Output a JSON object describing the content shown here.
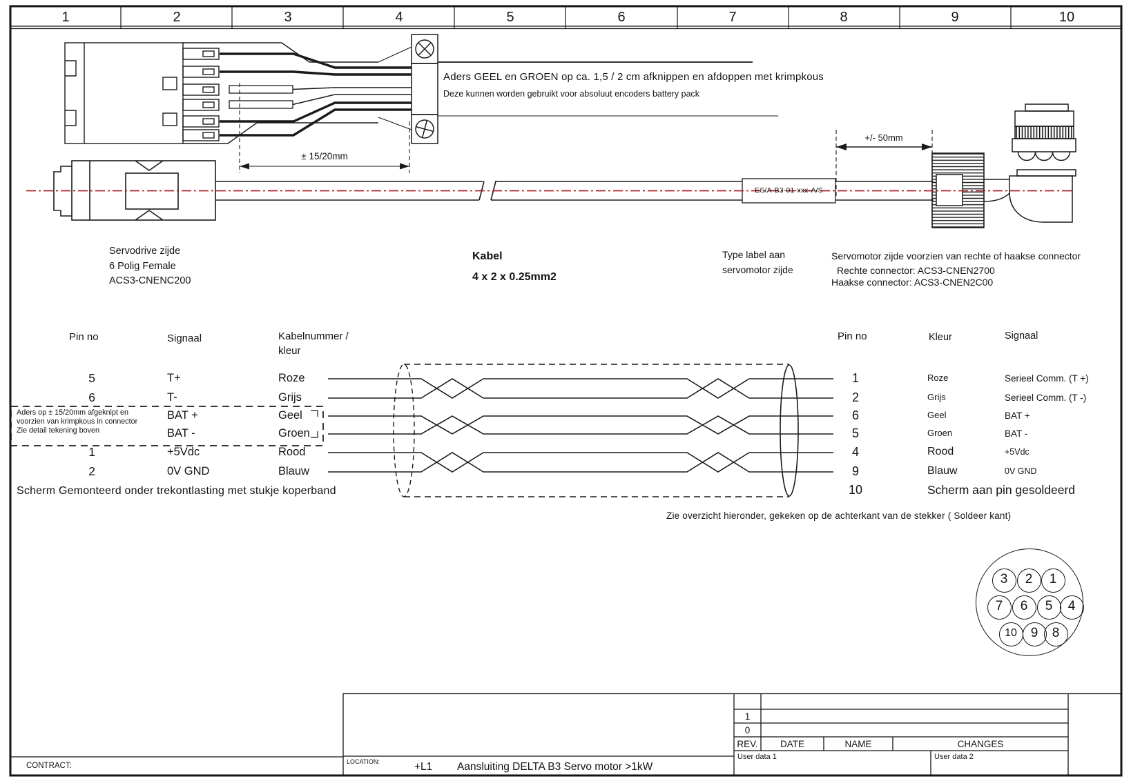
{
  "page": {
    "background": "#ffffff",
    "line_color": "#1a1a1a",
    "centerline_color": "#aa2222"
  },
  "ruler": {
    "cols": [
      "1",
      "2",
      "3",
      "4",
      "5",
      "6",
      "7",
      "8",
      "9",
      "10"
    ]
  },
  "top_detail": {
    "note1": "Aders GEEL en GROEN op ca. 1,5 / 2 cm afknippen en afdoppen met krimpkous",
    "note2": "Deze kunnen worden gebruikt voor absoluut encoders battery pack",
    "dim": "± 15/20mm"
  },
  "cable": {
    "tag": "ES/A-B3-01-xxx-A/S",
    "dim": "+/- 50mm"
  },
  "labels": {
    "servodrive": [
      "Servodrive zijde",
      "6 Polig Female",
      "ACS3-CNENC200"
    ],
    "kabel": [
      "Kabel",
      "4 x 2 x 0.25mm2"
    ],
    "type_label": [
      "Type label aan",
      "servomotor zijde"
    ],
    "servomotor": [
      "Servomotor zijde voorzien van rechte of haakse connector",
      "Rechte connector: ACS3-CNEN2700",
      "Haakse connector: ACS3-CNEN2C00"
    ]
  },
  "left_table": {
    "headers": {
      "pin": "Pin no",
      "signal": "Signaal",
      "cable1": "Kabelnummer /",
      "cable2": "kleur"
    },
    "rows": [
      {
        "pin": "5",
        "signal": "T+",
        "kleur": "Roze"
      },
      {
        "pin": "6",
        "signal": "T-",
        "kleur": "Grijs"
      },
      {
        "pin": "",
        "signal": "BAT +",
        "kleur": "Geel"
      },
      {
        "pin": "",
        "signal": "BAT -",
        "kleur": "Groen"
      },
      {
        "pin": "1",
        "signal": "+5Vdc",
        "kleur": "Rood"
      },
      {
        "pin": "2",
        "signal": "0V GND",
        "kleur": "Blauw"
      }
    ],
    "note": [
      "Aders op ± 15/20mm afgeknipt en",
      "voorzien van krimpkous in connector",
      "Zie detail tekening boven"
    ],
    "shield_note": "Scherm Gemonteerd onder trekontlasting met stukje koperband"
  },
  "right_table": {
    "headers": {
      "pin": "Pin no",
      "kleur": "Kleur",
      "signal": "Signaal"
    },
    "rows": [
      {
        "pin": "1",
        "kleur": "Roze",
        "signal": "Serieel Comm.  (T +)"
      },
      {
        "pin": "2",
        "kleur": "Grijs",
        "signal": "Serieel Comm.  (T -)"
      },
      {
        "pin": "6",
        "kleur": "Geel",
        "signal": "BAT +"
      },
      {
        "pin": "5",
        "kleur": "Groen",
        "signal": "BAT -"
      },
      {
        "pin": "4",
        "kleur": "Rood",
        "signal": "+5Vdc"
      },
      {
        "pin": "9",
        "kleur": "Blauw",
        "signal": "0V GND"
      },
      {
        "pin": "10",
        "kleur": "",
        "signal": "Scherm aan pin gesoldeerd"
      }
    ],
    "note": "Zie overzicht hieronder, gekeken op de achterkant van de stekker ( Soldeer kant)"
  },
  "pin_diagram": {
    "row1": [
      "3",
      "2",
      "1"
    ],
    "row2": [
      "7",
      "6",
      "5",
      "4"
    ],
    "row3": [
      "10",
      "9",
      "8"
    ]
  },
  "title_block": {
    "contract_label": "CONTRACT:",
    "location_label": "LOCATION:",
    "location_code": "+L1",
    "title": "Aansluiting DELTA B3 Servo motor >1kW",
    "rev_rows": [
      "1",
      "0"
    ],
    "headers": {
      "rev": "REV.",
      "date": "DATE",
      "name": "NAME",
      "changes": "CHANGES"
    },
    "user1": "User data 1",
    "user2": "User data 2"
  }
}
